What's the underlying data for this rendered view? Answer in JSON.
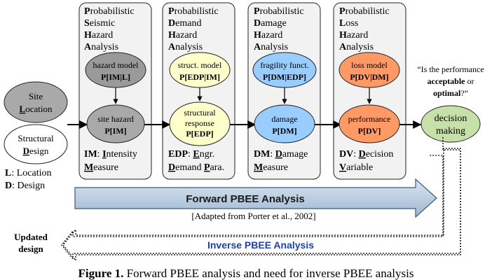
{
  "panels": [
    {
      "title": [
        "P",
        "robabilistic",
        "S",
        "eismic",
        "H",
        "azard",
        "A",
        "nalysis"
      ],
      "upper_node": {
        "line1": "hazard model",
        "line2": "P[IM|L]"
      },
      "lower_node": {
        "line1": "site hazard",
        "line2": "P[IM]"
      },
      "footer": {
        "abbr": "IM",
        "l1_pre": ": ",
        "l1_u": "I",
        "l1_rest": "ntensity",
        "l2_u": "M",
        "l2_rest": "easure"
      }
    },
    {
      "title": [
        "P",
        "robabilistic",
        "D",
        "emand",
        "H",
        "azard",
        "A",
        "nalysis"
      ],
      "upper_node": {
        "line1": "struct. model",
        "line2": "P[EDP|IM]"
      },
      "lower_node": {
        "line1": "structural",
        "line1b": "response",
        "line2": "P[EDP]"
      },
      "footer": {
        "abbr": "EDP",
        "l1_pre": ": ",
        "l1_u": "E",
        "l1_rest": "ngr.",
        "l2_u": "D",
        "l2_rest": "emand ",
        "l2_u2": "P",
        "l2_rest2": "ara."
      }
    },
    {
      "title": [
        "P",
        "robabilistic",
        "D",
        "amage",
        "H",
        "azard",
        "A",
        "nalysis"
      ],
      "upper_node": {
        "line1": "fragility funct.",
        "line2": "P[DM|EDP]"
      },
      "lower_node": {
        "line1": "damage",
        "line2": "P[DM]"
      },
      "footer": {
        "abbr": "DM",
        "l1_pre": ": ",
        "l1_u": "D",
        "l1_rest": "amage",
        "l2_u": "M",
        "l2_rest": "easure"
      }
    },
    {
      "title": [
        "P",
        "robabilistic",
        "L",
        "oss",
        "H",
        "azard",
        "A",
        "nalysis"
      ],
      "upper_node": {
        "line1": "loss model",
        "line2": "P[DV|DM]"
      },
      "lower_node": {
        "line1": "performance",
        "line2": "P[DV]"
      },
      "footer": {
        "abbr": "DV",
        "l1_pre": ": ",
        "l1_u": "D",
        "l1_rest": "ecision",
        "l2_u": "V",
        "l2_rest": "ariable"
      }
    }
  ],
  "site_node": {
    "line1": "Site",
    "line2_u": "L",
    "line2_rest": "ocation"
  },
  "design_node": {
    "line1": "Structural",
    "line2_u": "D",
    "line2_rest": "esign"
  },
  "legend": {
    "l_abbr": "L",
    "l_text": ": Location",
    "d_abbr": "D",
    "d_text": ": Design"
  },
  "decision_node": {
    "line1": "decision",
    "line2": "making"
  },
  "question": {
    "line1": "“Is the performance",
    "line2_b": "acceptable",
    "line2_rest": " or",
    "line3_b": "optimal",
    "line3_rest": "?”"
  },
  "forward_label": "Forward PBEE Analysis",
  "adapted_label": "[Adapted from Porter et al., 2002]",
  "inverse_label": "Inverse PBEE Analysis",
  "updated_design": {
    "line1": "Updated",
    "line2": "design"
  },
  "caption": {
    "bold": "Figure 1.",
    "rest": " Forward PBEE analysis and need for inverse PBEE analysis"
  },
  "colors": {
    "panel_fill": "#f2f2f2",
    "hazard_gray": "#9a9a9a",
    "site_gray": "#a9a9a9",
    "yellow": "#ffffcc",
    "blue": "#99ccff",
    "orange": "#ff9966",
    "green": "#c6e0a8",
    "arrow_fill": "#b9cde0",
    "inverse_blue": "#1f3faf"
  }
}
